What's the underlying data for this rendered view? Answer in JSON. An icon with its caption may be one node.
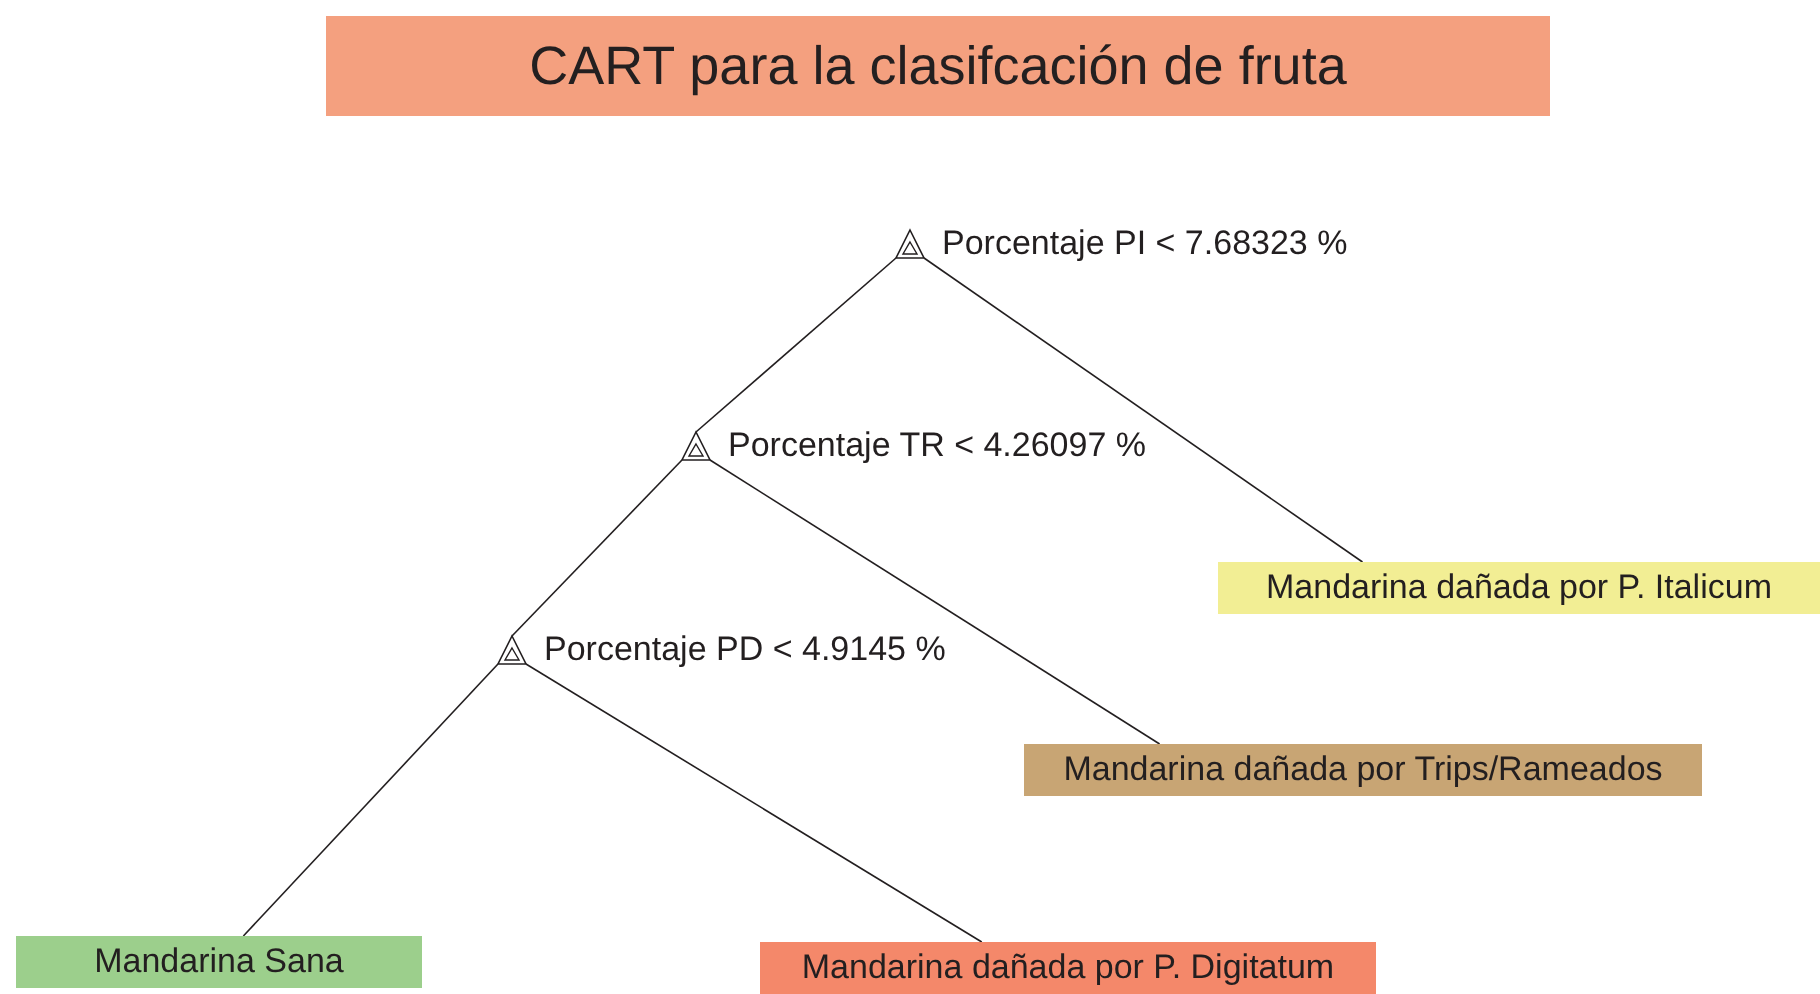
{
  "diagram": {
    "title": "CART para la clasifcación de fruta",
    "nodes": [
      {
        "text": [
          "Porcentaje PI < 7.68323 %"
        ]
      },
      {
        "text": [
          "Porcentaje TR < 4.26097 %"
        ]
      },
      {
        "text": [
          "Porcentaje PD < 4.9145 %"
        ]
      },
      {
        "text": [
          "Mandarina Sana"
        ]
      },
      {
        "text": [
          "Mandarina dañada por P. Digitatum"
        ]
      },
      {
        "text": [
          "Mandarina dañada por Trips/Rameados"
        ]
      },
      {
        "text": [
          "Mandarina dañada por P. Italicum"
        ]
      }
    ],
    "edges": [
      {
        "from": 0,
        "to": 1,
        "arrow": "none"
      },
      {
        "from": 0,
        "to": 6,
        "arrow": "none"
      },
      {
        "from": 1,
        "to": 2,
        "arrow": "none"
      },
      {
        "from": 1,
        "to": 5,
        "arrow": "none"
      },
      {
        "from": 2,
        "to": 3,
        "arrow": "none"
      },
      {
        "from": 2,
        "to": 4,
        "arrow": "none"
      }
    ]
  }
}
